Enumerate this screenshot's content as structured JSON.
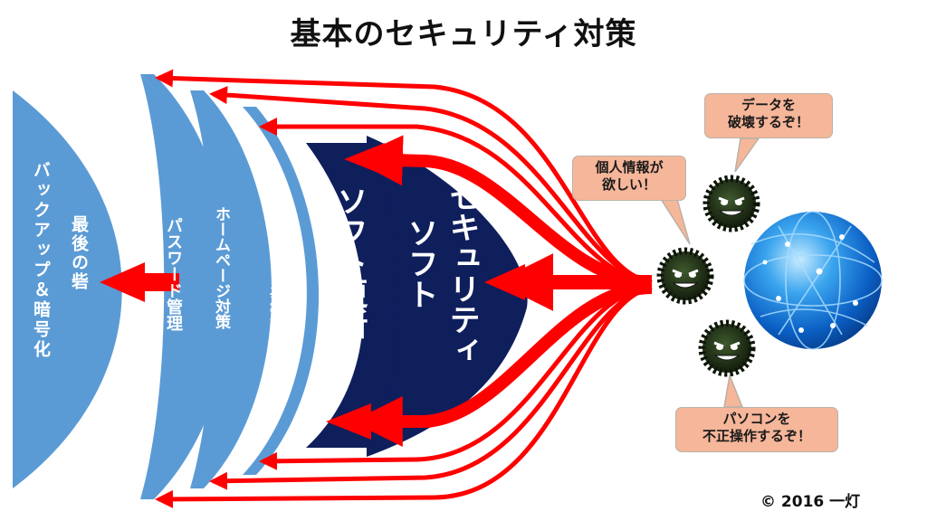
{
  "title": "基本のセキュリティ対策",
  "layers": {
    "outer_bastion": "最後の砦",
    "backup": "バックアップ＆暗号化",
    "password": "パスワード管理",
    "homepage": "ホームページ対策",
    "spam": "迷惑メール対策",
    "update": "ソフト更新",
    "security_line1": "セキュリティ",
    "security_line2": "ソフト"
  },
  "bubbles": {
    "personal_line1": "個人情報が",
    "personal_line2": "欲しい！",
    "destroy_line1": "データを",
    "destroy_line2": "破壊するぞ！",
    "pc_line1": "パソコンを",
    "pc_line2": "不正操作するぞ！"
  },
  "icons": [
    "virus-icon",
    "globe-icon"
  ],
  "colors": {
    "light_blue": "#5b9bd5",
    "dark_navy": "#0f1f5c",
    "arrow_red": "#ff0000",
    "bubble_fill": "#f6b69a"
  },
  "copyright": "© 2016 一灯"
}
